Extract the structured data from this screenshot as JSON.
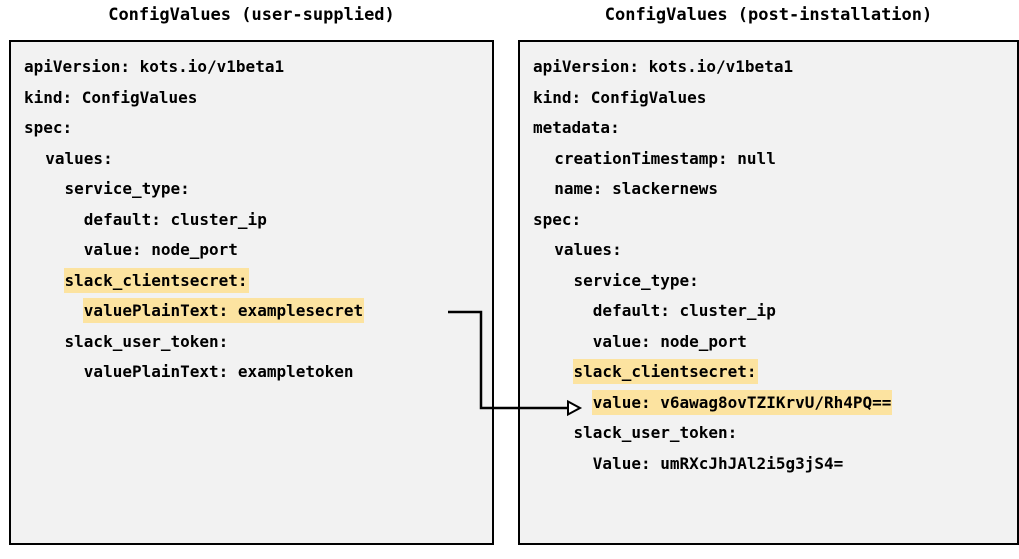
{
  "panels": {
    "left": {
      "title": "ConfigValues (user-supplied)",
      "lines": [
        {
          "text": "apiVersion: kots.io/v1beta1",
          "highlight": false
        },
        {
          "text": "kind: ConfigValues",
          "highlight": false
        },
        {
          "text": "spec:",
          "highlight": false
        },
        {
          "text": "  values:",
          "highlight": false
        },
        {
          "text": "    service_type:",
          "highlight": false
        },
        {
          "text": "      default: cluster_ip",
          "highlight": false
        },
        {
          "text": "      value: node_port",
          "highlight": false
        },
        {
          "text": "    slack_clientsecret:",
          "highlight": true
        },
        {
          "text": "      valuePlainText: examplesecret",
          "highlight": true
        },
        {
          "text": "    slack_user_token:",
          "highlight": false
        },
        {
          "text": "      valuePlainText: exampletoken",
          "highlight": false
        }
      ]
    },
    "right": {
      "title": "ConfigValues (post-installation)",
      "lines": [
        {
          "text": "apiVersion: kots.io/v1beta1",
          "highlight": false
        },
        {
          "text": "kind: ConfigValues",
          "highlight": false
        },
        {
          "text": "metadata:",
          "highlight": false
        },
        {
          "text": "  creationTimestamp: null",
          "highlight": false
        },
        {
          "text": "  name: slackernews",
          "highlight": false
        },
        {
          "text": "spec:",
          "highlight": false
        },
        {
          "text": "  values:",
          "highlight": false
        },
        {
          "text": "    service_type:",
          "highlight": false
        },
        {
          "text": "      default: cluster_ip",
          "highlight": false
        },
        {
          "text": "      value: node_port",
          "highlight": false
        },
        {
          "text": "    slack_clientsecret:",
          "highlight": true
        },
        {
          "text": "      value: v6awag8ovTZIKrvU/Rh4PQ==",
          "highlight": true
        },
        {
          "text": "    slack_user_token:",
          "highlight": false
        },
        {
          "text": "      Value: umRXcJhJAl2i5g3jS4=",
          "highlight": false
        }
      ]
    }
  },
  "connector": {
    "label": "examplesecret-to-encrypted-value-arrow"
  },
  "colors": {
    "highlight": "#fce3a0",
    "code_background": "#f2f2f2",
    "border": "#000000",
    "text": "#000000",
    "page_background": "#ffffff"
  }
}
